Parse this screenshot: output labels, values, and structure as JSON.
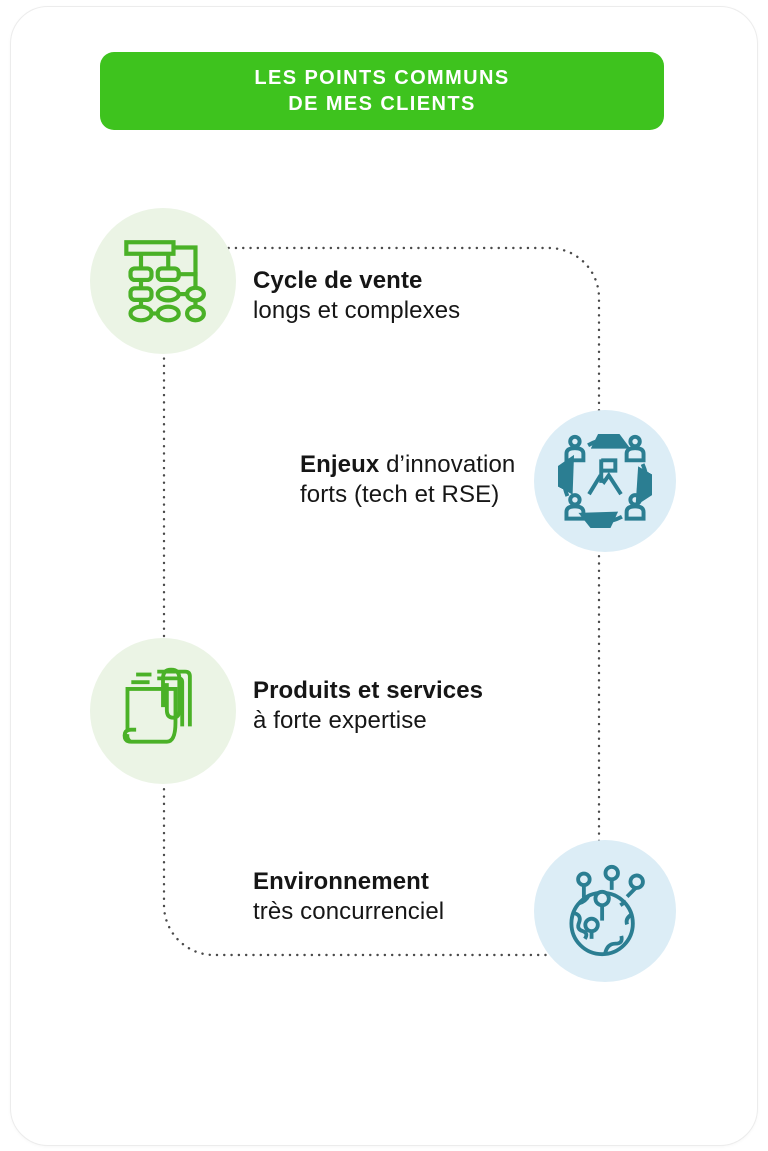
{
  "header": {
    "line1": "LES POINTS COMMUNS",
    "line2": "DE MES CLIENTS"
  },
  "items": [
    {
      "title_bold": "Cycle de vente",
      "title_rest": "",
      "line2": "longs et complexes",
      "icon": "flowchart-icon",
      "theme": "green"
    },
    {
      "title_bold": "Enjeux",
      "title_rest": " d’innovation",
      "line2": "forts (tech et RSE)",
      "icon": "team-cycle-icon",
      "theme": "blue"
    },
    {
      "title_bold": "Produits et services",
      "title_rest": "",
      "line2": "à forte expertise",
      "icon": "documents-paperclip-icon",
      "theme": "green"
    },
    {
      "title_bold": "Environnement",
      "title_rest": "",
      "line2": "très concurrenciel",
      "icon": "digital-globe-icon",
      "theme": "blue"
    }
  ],
  "colors": {
    "header_green": "#3EC31E",
    "icon_green": "#4AB127",
    "circle_green_bg": "#EBF4E5",
    "icon_teal": "#2B7E92",
    "circle_blue_bg": "#DCEDF6",
    "dotted_line": "#4A4A4A",
    "text": "#161616"
  }
}
